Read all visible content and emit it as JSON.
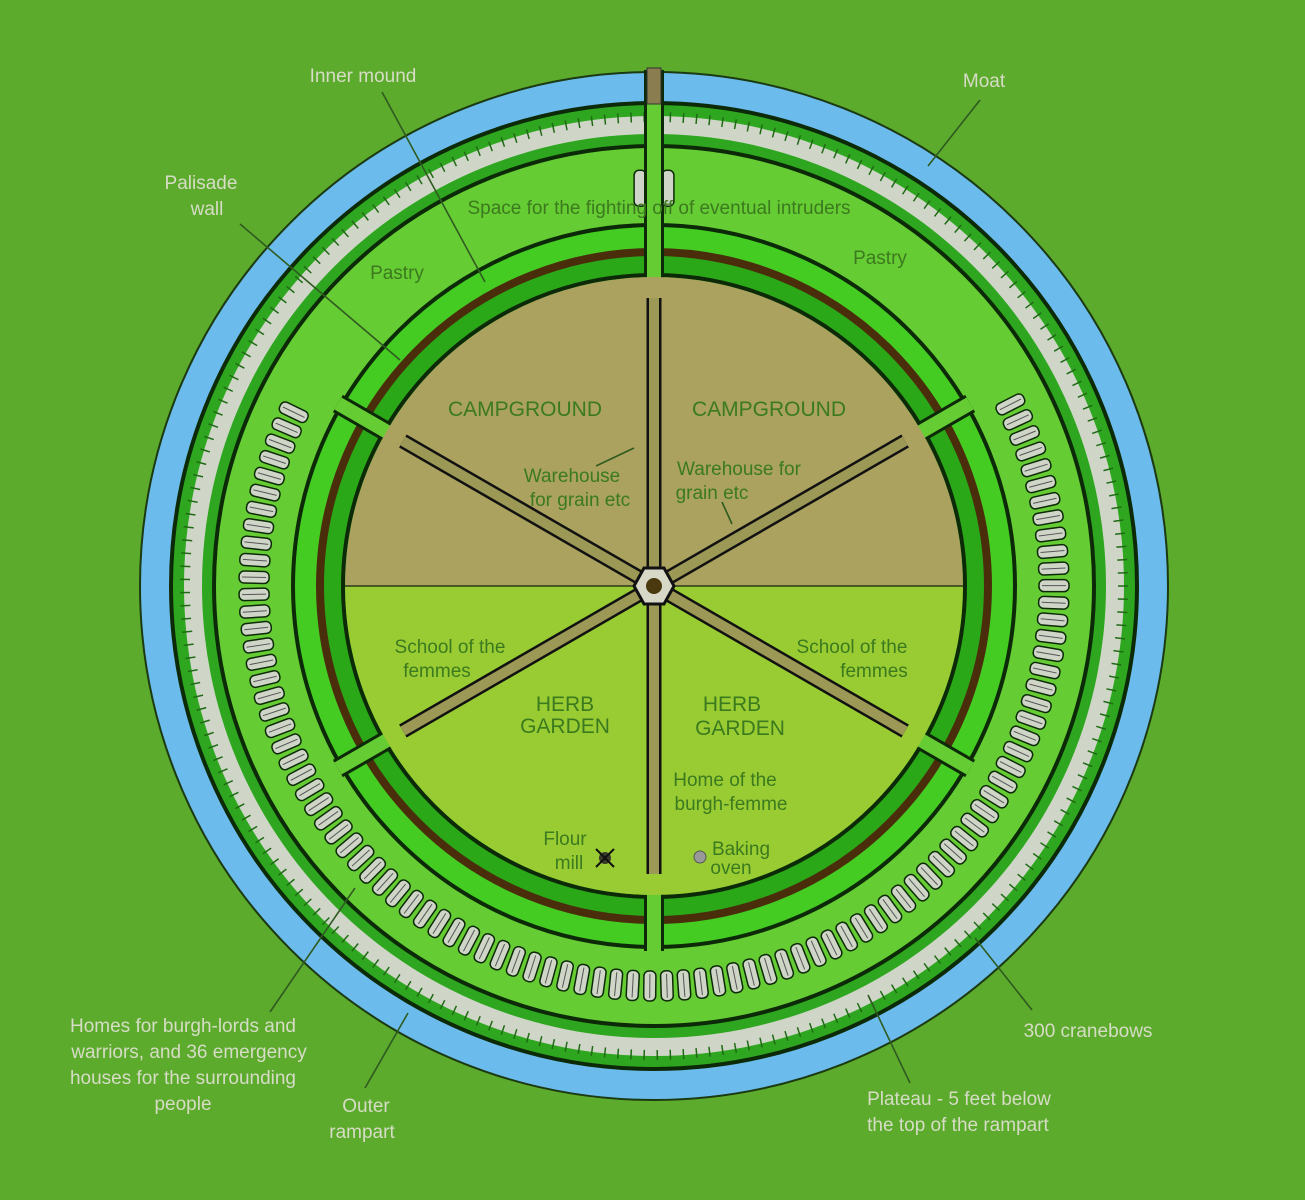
{
  "labels": {
    "inner_mound": "Inner mound",
    "moat": "Moat",
    "palisade_1": "Palisade",
    "palisade_2": "wall",
    "space": "Space for the fighting off of eventual intruders",
    "pastry_left": "Pastry",
    "pastry_right": "Pastry",
    "camp_left": "CAMPGROUND",
    "camp_right": "CAMPGROUND",
    "warehouse_left_1": "Warehouse",
    "warehouse_left_2": "for grain etc",
    "warehouse_right_1": "Warehouse for",
    "warehouse_right_2": "grain etc",
    "school_left_1": "School of the",
    "school_left_2": "femmes",
    "school_right_1": "School of the",
    "school_right_2": "femmes",
    "herb_left_1": "HERB",
    "herb_left_2": "GARDEN",
    "herb_right_1": "HERB",
    "herb_right_2": "GARDEN",
    "home_1": "Home of the",
    "home_2": "burgh-femme",
    "flour_1": "Flour",
    "flour_2": "mill",
    "oven_1": "Baking",
    "oven_2": "oven",
    "homes_1": "Homes for burgh-lords and",
    "homes_2": "warriors, and 36 emergency",
    "homes_3": "houses for the surrounding",
    "homes_4": "people",
    "outer_1": "Outer",
    "outer_2": "rampart",
    "cranebows": "300 cranebows",
    "plateau_1": "Plateau - 5 feet below",
    "plateau_2": "the top of the rampart"
  },
  "colors": {
    "background": "#5cab2c",
    "moat": "#6bbcec",
    "plateau": "#66cc33",
    "mound": "#33bb22",
    "campground": "#aaa25e",
    "herb_garden": "#99cc33"
  }
}
